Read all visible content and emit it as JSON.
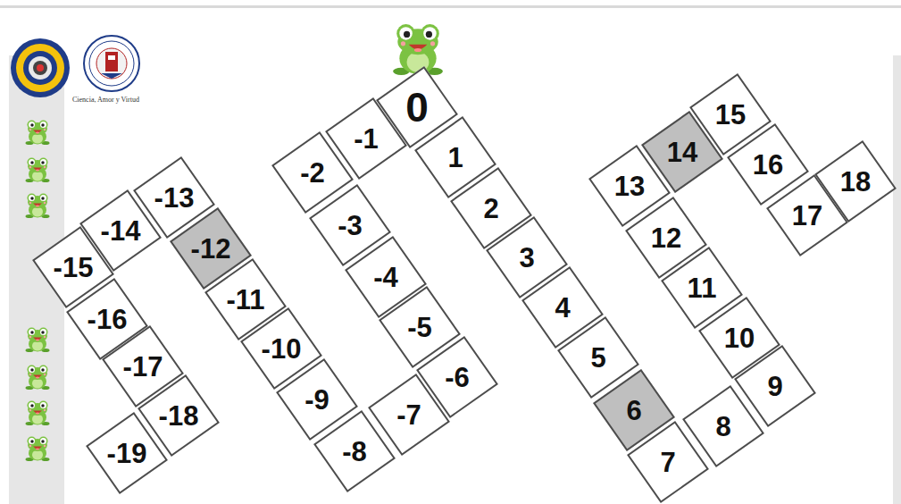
{
  "diagram": {
    "nodes": [
      {
        "text": [
          "-19"
        ]
      },
      {
        "text": [
          "-18"
        ]
      },
      {
        "text": [
          "-17"
        ]
      },
      {
        "text": [
          "-16"
        ]
      },
      {
        "text": [
          "-15"
        ]
      },
      {
        "text": [
          "-14"
        ]
      },
      {
        "text": [
          "-13"
        ]
      },
      {
        "text": [
          "-12"
        ]
      },
      {
        "text": [
          "-11"
        ]
      },
      {
        "text": [
          "-10"
        ]
      },
      {
        "text": [
          "-9"
        ]
      },
      {
        "text": [
          "-8"
        ]
      },
      {
        "text": [
          "-7"
        ]
      },
      {
        "text": [
          "-6"
        ]
      },
      {
        "text": [
          "-5"
        ]
      },
      {
        "text": [
          "-4"
        ]
      },
      {
        "text": [
          "-3"
        ]
      },
      {
        "text": [
          "-2"
        ]
      },
      {
        "text": [
          "-1"
        ]
      },
      {
        "text": [
          "0"
        ]
      },
      {
        "text": [
          "1"
        ]
      },
      {
        "text": [
          "2"
        ]
      },
      {
        "text": [
          "3"
        ]
      },
      {
        "text": [
          "4"
        ]
      },
      {
        "text": [
          "5"
        ]
      },
      {
        "text": [
          "6"
        ]
      },
      {
        "text": [
          "7"
        ]
      },
      {
        "text": [
          "8"
        ]
      },
      {
        "text": [
          "9"
        ]
      },
      {
        "text": [
          "10"
        ]
      },
      {
        "text": [
          "11"
        ]
      },
      {
        "text": [
          "12"
        ]
      },
      {
        "text": [
          "13"
        ]
      },
      {
        "text": [
          "14"
        ]
      },
      {
        "text": [
          "15"
        ]
      },
      {
        "text": [
          "16"
        ]
      },
      {
        "text": [
          "17"
        ]
      },
      {
        "text": [
          "18"
        ]
      }
    ],
    "labels": [
      "Ciencia, Amor y Virtud"
    ]
  }
}
